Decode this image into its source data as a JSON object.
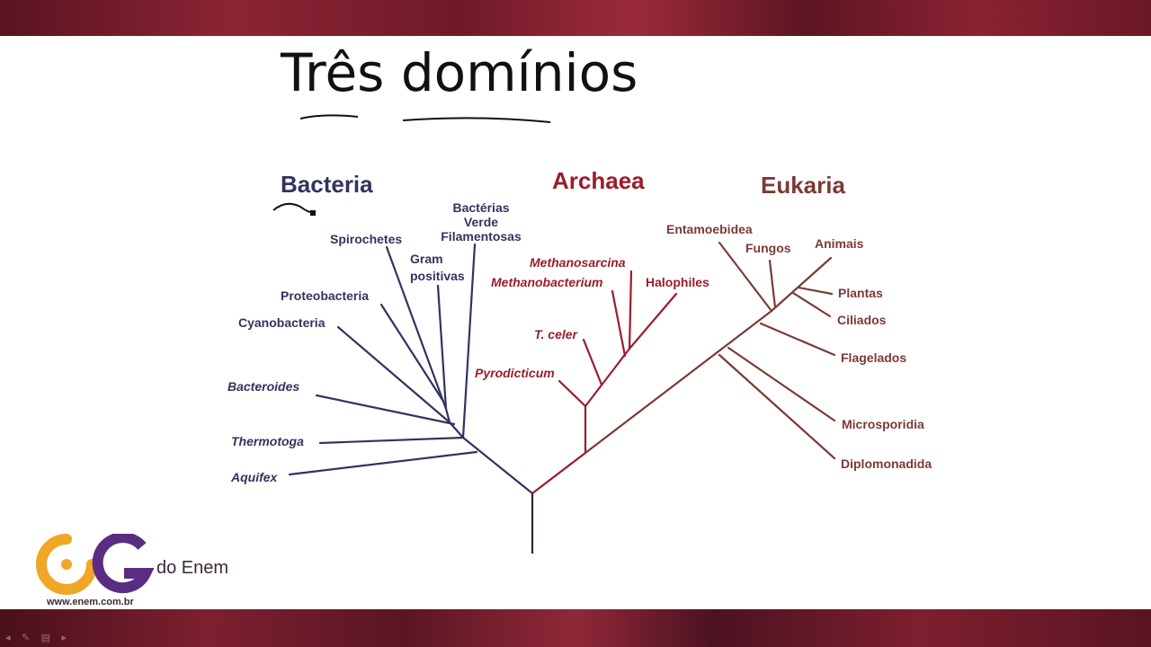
{
  "slide": {
    "title": "Três domínios"
  },
  "domains": {
    "bacteria": "Bacteria",
    "archaea": "Archaea",
    "eukaria": "Eukaria"
  },
  "bacteria_taxa": {
    "bacterias_verde_1": "Bactérias",
    "bacterias_verde_2": "Verde",
    "bacterias_verde_3": "Filamentosas",
    "spirochetes": "Spirochetes",
    "gram_1": "Gram",
    "gram_2": "positivas",
    "proteobacteria": "Proteobacteria",
    "cyanobacteria": "Cyanobacteria",
    "bacteroides": "Bacteroides",
    "thermotoga": "Thermotoga",
    "aquifex": "Aquifex"
  },
  "archaea_taxa": {
    "methanosarcina": "Methanosarcina",
    "methanobacterium": "Methanobacterium",
    "halophiles": "Halophiles",
    "t_celer": "T. celer",
    "pyrodicticum": "Pyrodicticum"
  },
  "eukaria_taxa": {
    "entamoebidea": "Entamoebidea",
    "fungos": "Fungos",
    "animais": "Animais",
    "plantas": "Plantas",
    "ciliados": "Ciliados",
    "flagelados": "Flagelados",
    "microsporidia": "Microsporidia",
    "diplomonadida": "Diplomonadida"
  },
  "colors": {
    "bacteria": "#33335f",
    "archaea": "#9b1c2c",
    "eukaria": "#7a3b35",
    "logo_orange": "#f0a626",
    "logo_purple": "#5b2d82"
  },
  "logo": {
    "text": "do Enem",
    "url": "www.enem.com.br"
  }
}
